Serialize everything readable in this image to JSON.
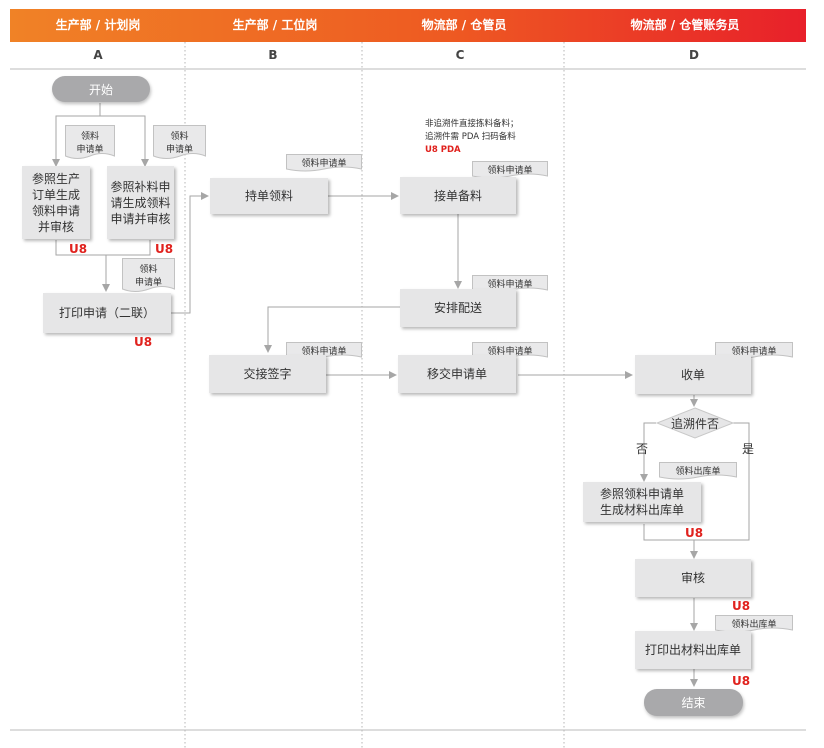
{
  "lanes": [
    {
      "header": "生产部 / 计划岗",
      "letter": "A"
    },
    {
      "header": "生产部 / 工位岗",
      "letter": "B"
    },
    {
      "header": "物流部 / 仓管员",
      "letter": "C"
    },
    {
      "header": "物流部 / 仓管账务员",
      "letter": "D"
    }
  ],
  "steps": {
    "start": "开始",
    "ref_order": "参照生产\n订单生成\n领料申请\n并审核",
    "ref_supp": "参照补料申\n请生成领料\n申请并审核",
    "print_req": "打印申请（二联）",
    "hold_pick": "持单领料",
    "receive_prepare": "接单备料",
    "arrange_delivery": "安排配送",
    "handover_sign": "交接签字",
    "transfer_req": "移交申请单",
    "receive": "收单",
    "trace_decision": "追溯件否",
    "gen_outbound": "参照领料申请单\n生成材料出库单",
    "audit": "审核",
    "print_outbound": "打印出材料出库单",
    "end": "结束"
  },
  "documents": {
    "a1": "领料\n申请单",
    "a2": "领料\n申请单",
    "a3": "领料\n申请单",
    "b1": "领料申请单",
    "b2": "领料申请单",
    "c1": "领料申请单",
    "c2": "领料申请单",
    "c3": "领料申请单",
    "d1": "领料申请单",
    "d2": "领料出库单",
    "d3": "领料出库单"
  },
  "system_tag": "U8",
  "branch": {
    "no": "否",
    "yes": "是"
  },
  "note": {
    "line1": "非追溯件直接拣料备料；",
    "line2": "追溯件需 PDA 扫码备料",
    "line3": "U8 PDA"
  },
  "colors": {
    "header_start": "#f08226",
    "header_end": "#e8202a",
    "box": "#e6e6e7",
    "pill": "#a9a9ab",
    "u8": "#e0221e",
    "line": "#a6a6a6"
  }
}
